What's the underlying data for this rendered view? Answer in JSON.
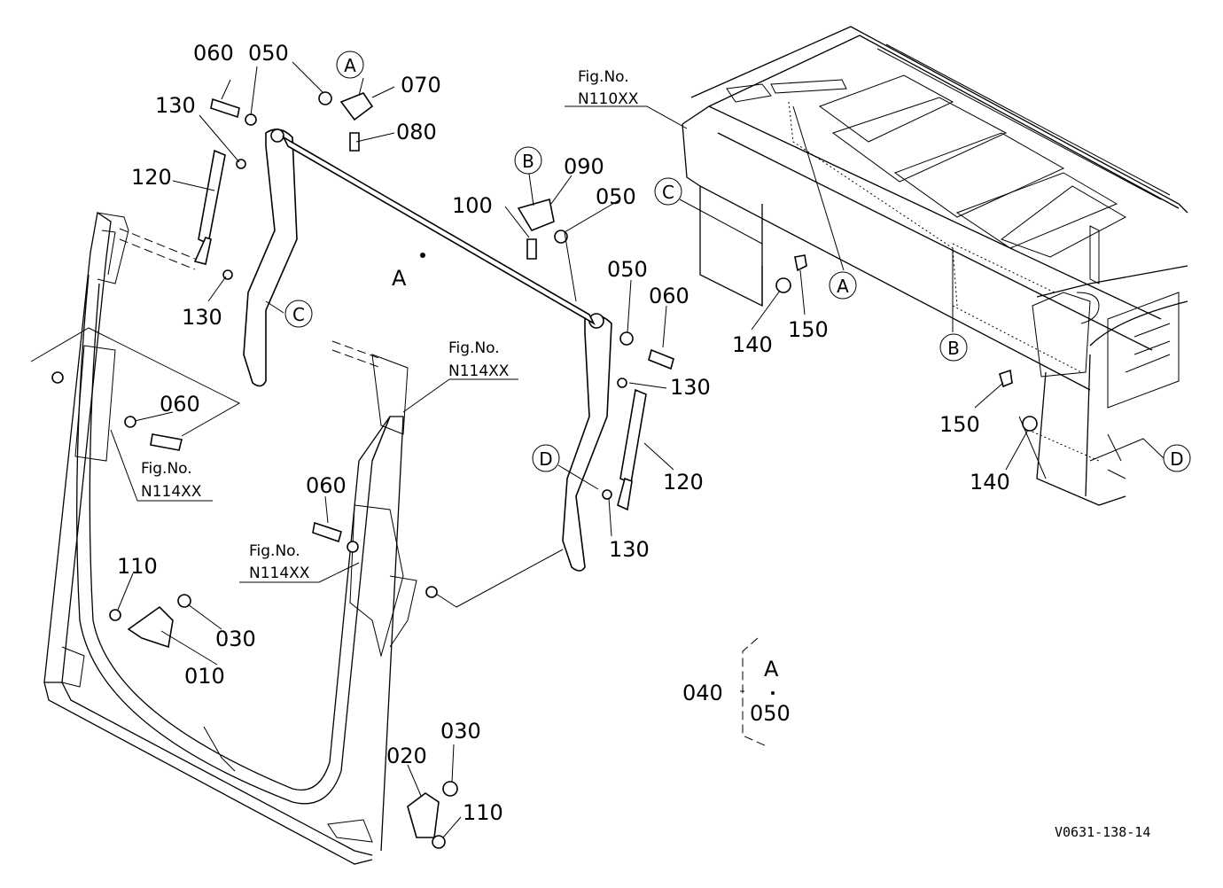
{
  "callouts": {
    "p060a": "060",
    "p050a": "050",
    "p070": "070",
    "p080": "080",
    "p130a": "130",
    "p120a": "120",
    "p130b": "130",
    "p090": "090",
    "p100": "100",
    "p050b": "050",
    "p050c": "050",
    "p060b": "060",
    "p130c": "130",
    "p120b": "120",
    "p130d": "130",
    "p060c": "060",
    "p060d": "060",
    "p110a": "110",
    "p030a": "030",
    "p010": "010",
    "p020": "020",
    "p030b": "030",
    "p110b": "110",
    "p140a": "140",
    "p150a": "150",
    "p150b": "150",
    "p140b": "140"
  },
  "markers": {
    "a_top": "A",
    "b_mid": "B",
    "c_left": "C",
    "d_mid": "D",
    "c_right": "C",
    "a_right": "A",
    "b_right": "B",
    "d_right": "D",
    "a_rod": "A"
  },
  "fig_refs": {
    "ref1_label": "Fig.No.",
    "ref1_num": "N110XX",
    "ref2_label": "Fig.No.",
    "ref2_num": "N114XX",
    "ref3_label": "Fig.No.",
    "ref3_num": "N114XX",
    "ref4_label": "Fig.No.",
    "ref4_num": "N114XX"
  },
  "legend": {
    "code": "040",
    "letter": "A",
    "part": "050"
  },
  "drawing_id": "V0631-138-14"
}
